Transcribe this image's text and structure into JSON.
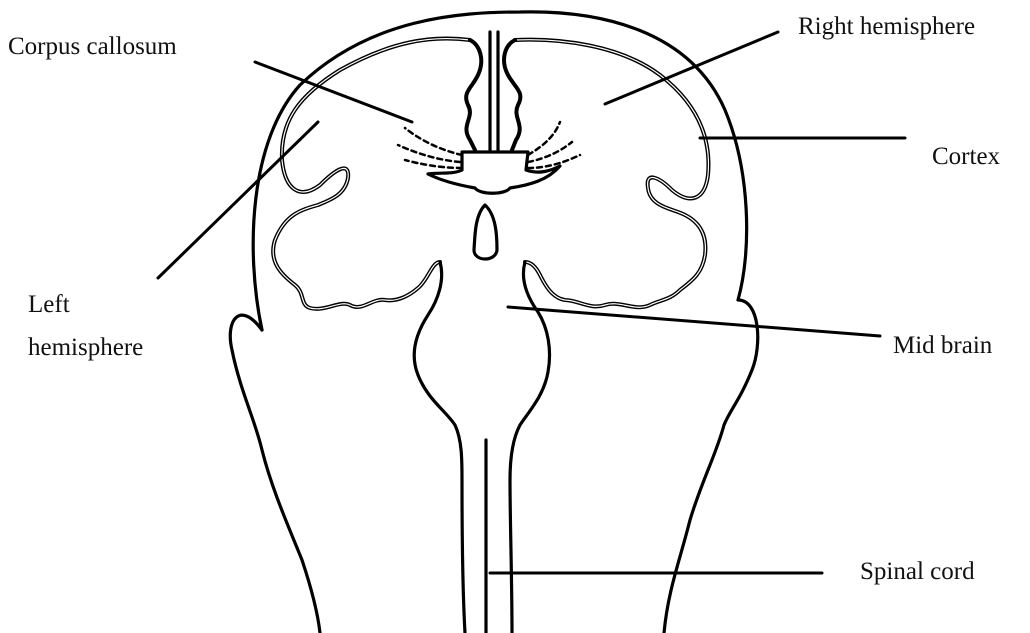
{
  "labels": {
    "corpus_callosum": "Corpus callosum",
    "right_hemisphere": "Right hemisphere",
    "cortex": "Cortex",
    "left_hemisphere_line1": "Left",
    "left_hemisphere_line2": "hemisphere",
    "mid_brain": "Mid brain",
    "spinal_cord": "Spinal cord"
  }
}
